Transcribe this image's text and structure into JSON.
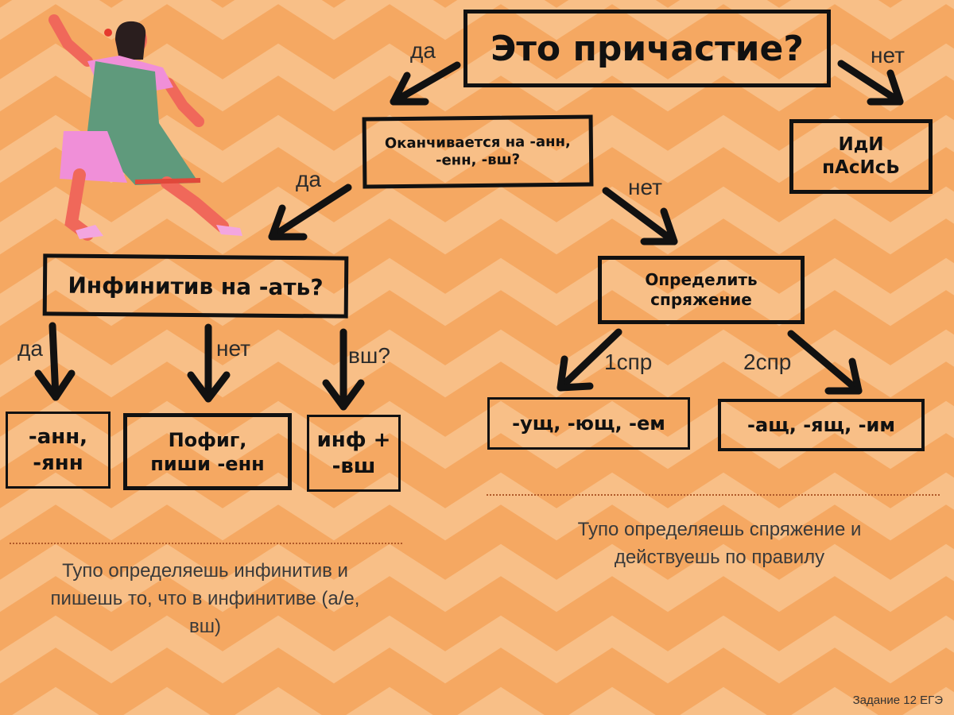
{
  "root_question": "Это причастие?",
  "labels": {
    "root_yes": "да",
    "root_no": "нет",
    "q2_yes": "да",
    "q2_no": "нет",
    "inf_yes": "да",
    "inf_no": "нет",
    "inf_vsh": "вш?",
    "conj_1": "1спр",
    "conj_2": "2спр"
  },
  "nodes": {
    "go_away": [
      "ИдИ",
      "пАсИсЬ"
    ],
    "q_ending": [
      "Оканчивается на -анн,",
      "-енн, -вш?"
    ],
    "q_infinitive": "Инфинитив на -ать?",
    "determine_conj": [
      "Определить",
      "спряжение"
    ],
    "ann_yann": [
      "-анн,",
      "-янн"
    ],
    "whatever_enn": [
      "Пофиг,",
      "пиши -енн"
    ],
    "inf_vsh": [
      "инф +",
      "-вш"
    ],
    "conj1_endings": "-ущ, -ющ, -ем",
    "conj2_endings": "-ащ, -ящ, -им"
  },
  "notes": {
    "left": [
      "Тупо определяешь инфинитив и",
      "пишешь то, что в инфинитиве (а/е,",
      "вш)"
    ],
    "right": [
      "Тупо определяешь спряжение и",
      "действуешь по правилу"
    ]
  },
  "footer": "Задание 12 ЕГЭ",
  "colors": {
    "background": "#f5a862",
    "chevron": "#f8bf87",
    "border": "#111111",
    "figure_dress": "#5f9a7c",
    "figure_skin": "#f0685a",
    "figure_pink": "#f08fd8"
  }
}
